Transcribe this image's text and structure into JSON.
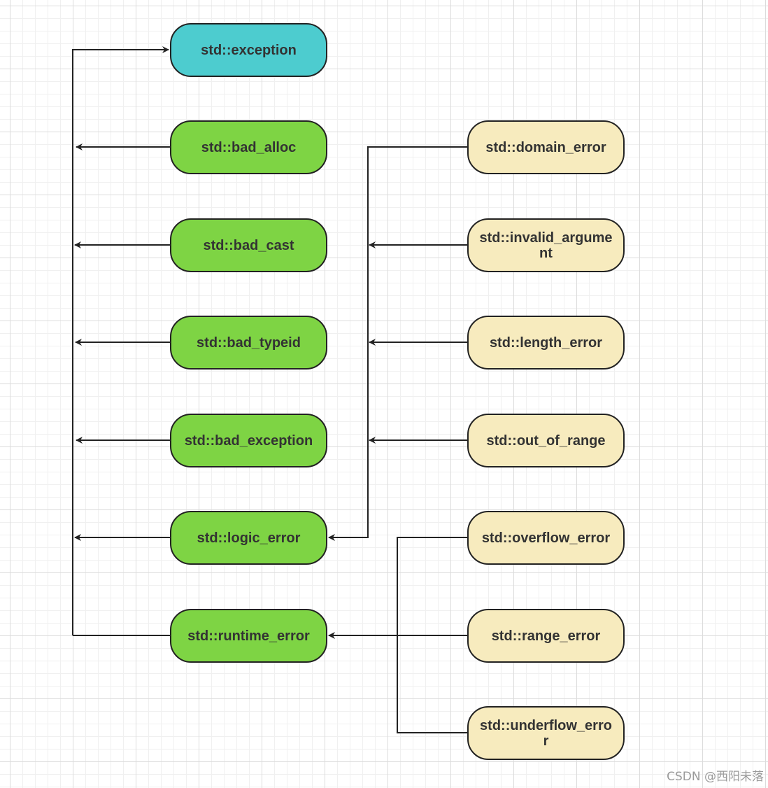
{
  "colors": {
    "root": "#4dcccf",
    "direct": "#7ed444",
    "leaf": "#f7ebbe",
    "edge": "#222222"
  },
  "nodes": {
    "exception": "std::exception",
    "bad_alloc": "std::bad_alloc",
    "bad_cast": "std::bad_cast",
    "bad_typeid": "std::bad_typeid",
    "bad_exception": "std::bad_exception",
    "logic_error": "std::logic_error",
    "runtime_error": "std::runtime_error",
    "domain_error": "std::domain_error",
    "invalid_argument": "std::invalid_argume nt",
    "length_error": "std::length_error",
    "out_of_range": "std::out_of_range",
    "overflow_error": "std::overflow_error",
    "range_error": "std::range_error",
    "underflow_error": "std::underflow_erro r"
  },
  "watermark": "CSDN @西阳未落"
}
